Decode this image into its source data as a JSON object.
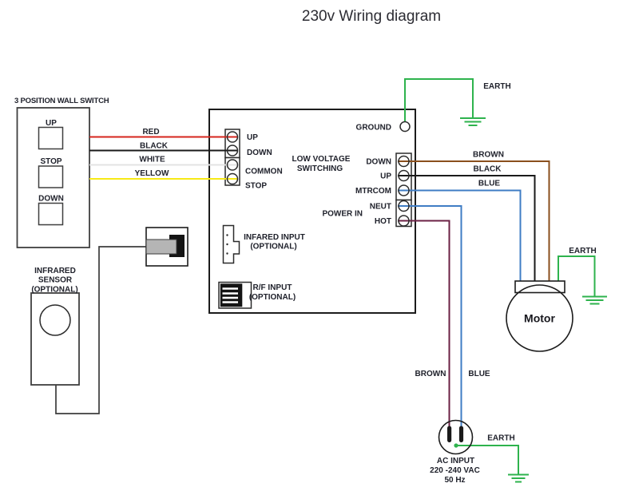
{
  "title": "230v Wiring diagram",
  "colors": {
    "red": "#d6251d",
    "black": "#1a1a1a",
    "white_wire": "#e3e3e3",
    "yellow": "#f7ea16",
    "brown": "#8a4f1d",
    "blue": "#3f7dc4",
    "maroon": "#6b2144",
    "green": "#2eb34d"
  },
  "wall_switch": {
    "title": "3 POSITION WALL SWITCH",
    "buttons": [
      "UP",
      "STOP",
      "DOWN"
    ]
  },
  "left_wire_labels": [
    "RED",
    "BLACK",
    "WHITE",
    "YELLOW"
  ],
  "control_box": {
    "left_terminals": [
      "UP",
      "DOWN",
      "COMMON",
      "STOP"
    ],
    "center_label_line1": "LOW VOLTAGE",
    "center_label_line2": "SWITCHING",
    "ground_label": "GROUND",
    "right_terminals": [
      "DOWN",
      "UP",
      "MTRCOM",
      "NEUT",
      "HOT"
    ],
    "power_in_label": "POWER IN",
    "infrared_input_line1": "INFARED INPUT",
    "infrared_input_line2": "(OPTIONAL)",
    "rf_input_line1": "R/F INPUT",
    "rf_input_line2": "(OPTIONAL)"
  },
  "right_wire_labels": [
    "BROWN",
    "BLACK",
    "BLUE"
  ],
  "supply_wire_labels": [
    "BROWN",
    "BLUE"
  ],
  "earth_label": "EARTH",
  "motor_label": "Motor",
  "ac_input": {
    "line1": "AC INPUT",
    "line2": "220 -240 VAC",
    "line3": "50 Hz"
  },
  "infrared_sensor": {
    "line1": "INFRARED",
    "line2": "SENSOR",
    "line3": "(OPTIONAL)"
  }
}
